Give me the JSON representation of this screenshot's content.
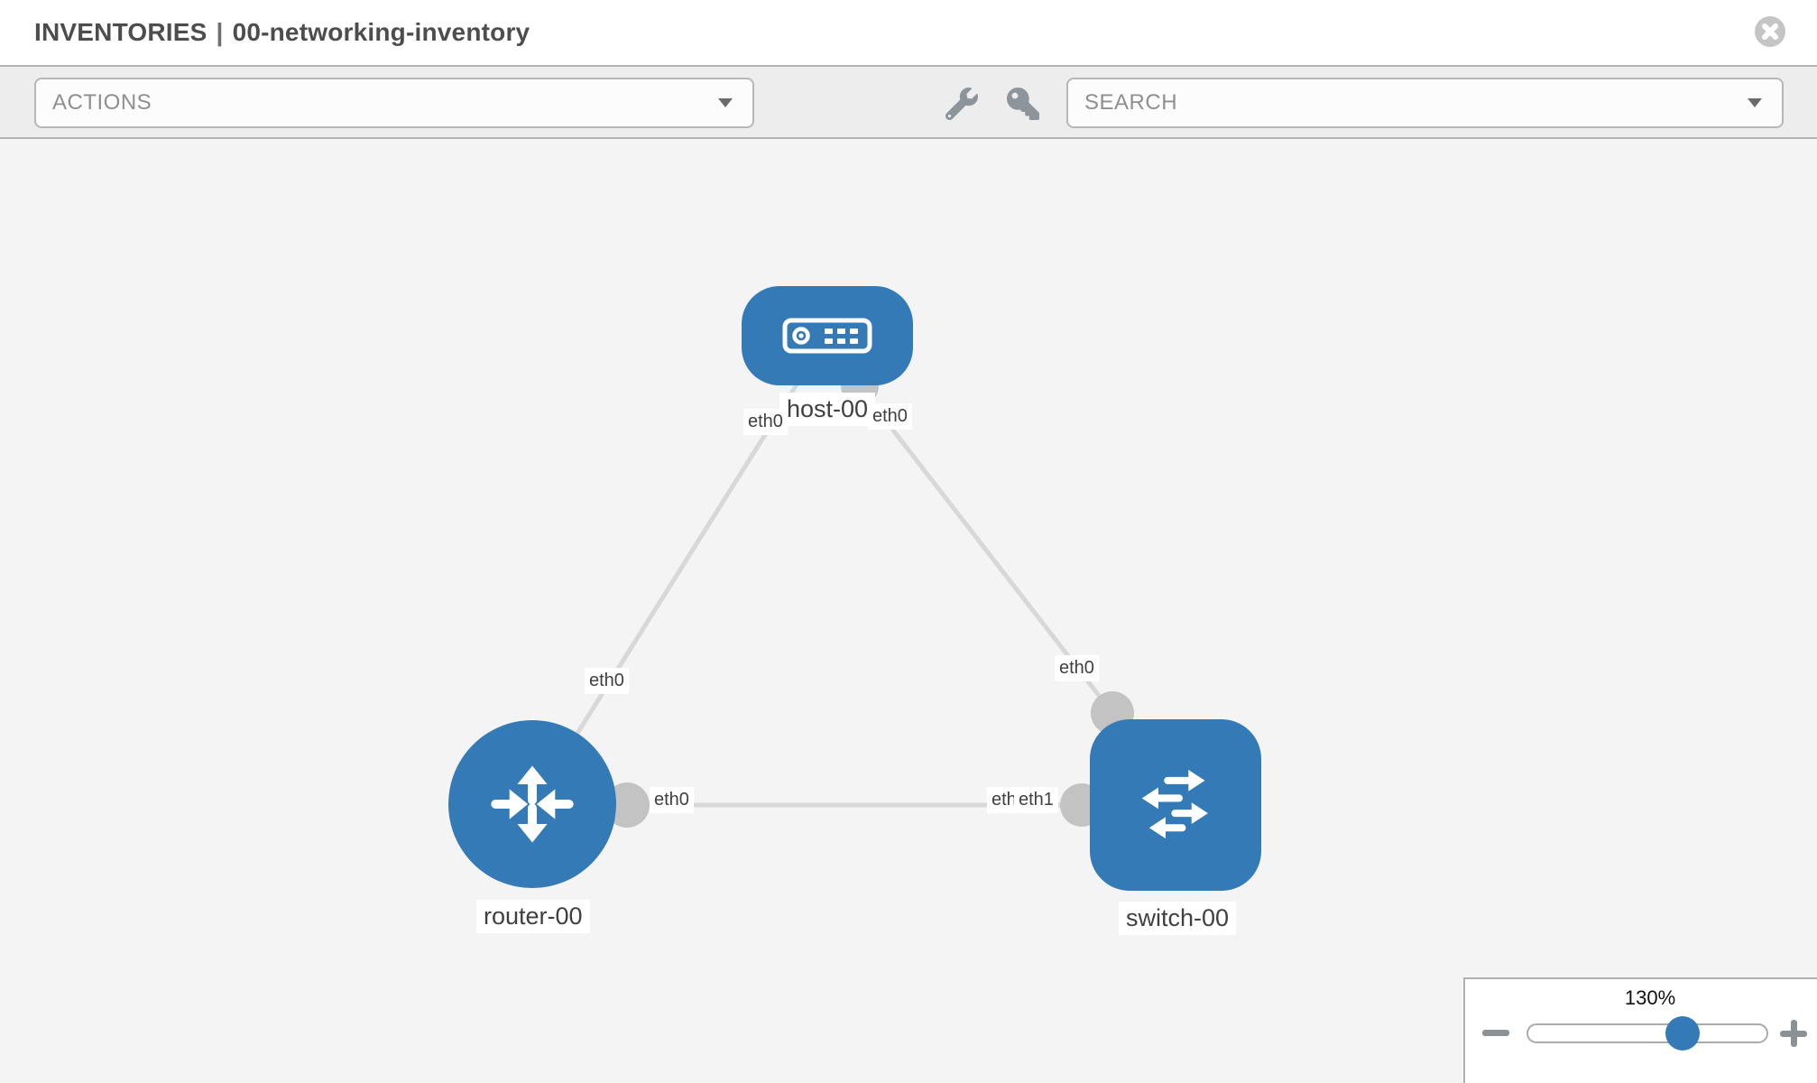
{
  "header": {
    "section": "INVENTORIES",
    "separator": "|",
    "inventory_name": "00-networking-inventory"
  },
  "toolbar": {
    "actions_label": "ACTIONS",
    "search_label": "SEARCH",
    "icons": [
      "wrench-icon",
      "key-icon"
    ]
  },
  "topology": {
    "node_labels": {
      "host": "host-00",
      "router": "router-00",
      "switch": "switch-00"
    },
    "nodes": [
      {
        "id": "host-00",
        "type": "host"
      },
      {
        "id": "router-00",
        "type": "router"
      },
      {
        "id": "switch-00",
        "type": "switch"
      }
    ],
    "links": [
      {
        "from": "host-00",
        "from_interface": "eth0",
        "to": "router-00",
        "to_interface": "eth0"
      },
      {
        "from": "host-00",
        "from_interface": "eth0",
        "to": "switch-00",
        "to_interface": "eth0"
      },
      {
        "from": "router-00",
        "from_interface": "eth0",
        "to": "switch-00",
        "to_interface": "eth1"
      }
    ],
    "interfaces": {
      "host_left": "eth0",
      "host_right": "eth0",
      "router_top": "eth0",
      "router_right": "eth0",
      "switch_top": "eth0",
      "switch_left_under": "eth0",
      "switch_left_over": "eth1"
    }
  },
  "zoom_control": {
    "level": "130%"
  },
  "colors": {
    "node_blue": "#337ab7",
    "link_gray": "#d8d8d8",
    "interface_gray": "#c3c3c3",
    "canvas_bg": "#f4f4f4",
    "toolbar_bg": "#ededed",
    "border_gray": "#b7b7b7",
    "slider_handle_blue": "#337ab7"
  }
}
